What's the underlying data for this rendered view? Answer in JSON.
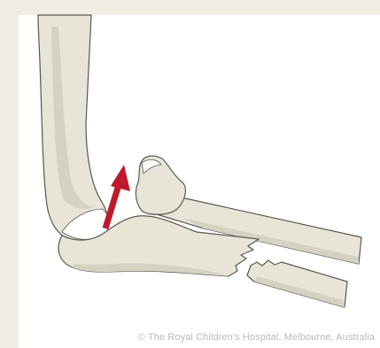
{
  "colors": {
    "background": "#f0ede5",
    "panel": "#ffffff",
    "bone_fill": "#e8e5d8",
    "bone_shadow": "#d6d2c3",
    "bone_outline": "#5a5750",
    "cartilage": "#ffffff",
    "arrow": "#c0182c",
    "credit_text": "#b9b9b9"
  },
  "icons": {
    "humerus": "humerus-bone",
    "radius": "radius-bone",
    "ulna": "ulna-bone-fractured",
    "arrow": "dislocation-arrow"
  },
  "credit": "© The Royal Children's Hospital, Melbourne, Australia"
}
